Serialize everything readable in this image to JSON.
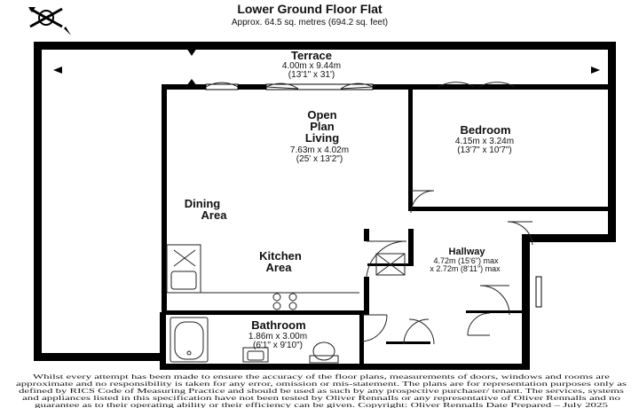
{
  "header": {
    "title": "Lower Ground Floor Flat",
    "area": "Approx. 64.5 sq. metres (694.2 sq. feet)"
  },
  "rooms": {
    "terrace": {
      "name": "Terrace",
      "dim_metric": "4.00m x 9.44m",
      "dim_imperial": "(13'1\" x 31')"
    },
    "living": {
      "name_1": "Open",
      "name_2": "Plan",
      "name_3": "Living",
      "dim_metric": "7.63m x 4.02m",
      "dim_imperial": "(25' x 13'2\")"
    },
    "bedroom": {
      "name": "Bedroom",
      "dim_metric": "4.15m x 3.24m",
      "dim_imperial": "(13'7\" x 10'7\")"
    },
    "dining": {
      "name_1": "Dining",
      "name_2": "Area"
    },
    "kitchen": {
      "name_1": "Kitchen",
      "name_2": "Area"
    },
    "hallway": {
      "name": "Hallway",
      "dim_1": "4.72m (15'6\") max",
      "dim_2": "x 2.72m (8'11\") max"
    },
    "bathroom": {
      "name": "Bathroom",
      "dim_metric": "1.86m x 3.00m",
      "dim_imperial": "(6'1\" x 9'10\")"
    }
  },
  "disclaimer": [
    "Whilst every attempt has been made to ensure the accuracy of the floor plans, measurements of doors, windows and rooms are",
    "approximate and no responsibility is taken for any error, omission or mis-statement. The plans are for representation purposes only as",
    "defined by RICS Code of Measuring Practice and should be used as such by any prospective purchaser/ tenant. The services, systems",
    "and appliances listed in this specification have not been tested by Oliver Rennalls or any representative of Oliver Rennalls and no",
    "guarantee as to their operating ability or their efficiency can be given. Copyright: Oliver Rennalls Date Prepared – July 2025"
  ],
  "colors": {
    "wall": "#000000",
    "line": "#222222",
    "background": "#ffffff"
  },
  "icons": [
    "compass-icon"
  ]
}
